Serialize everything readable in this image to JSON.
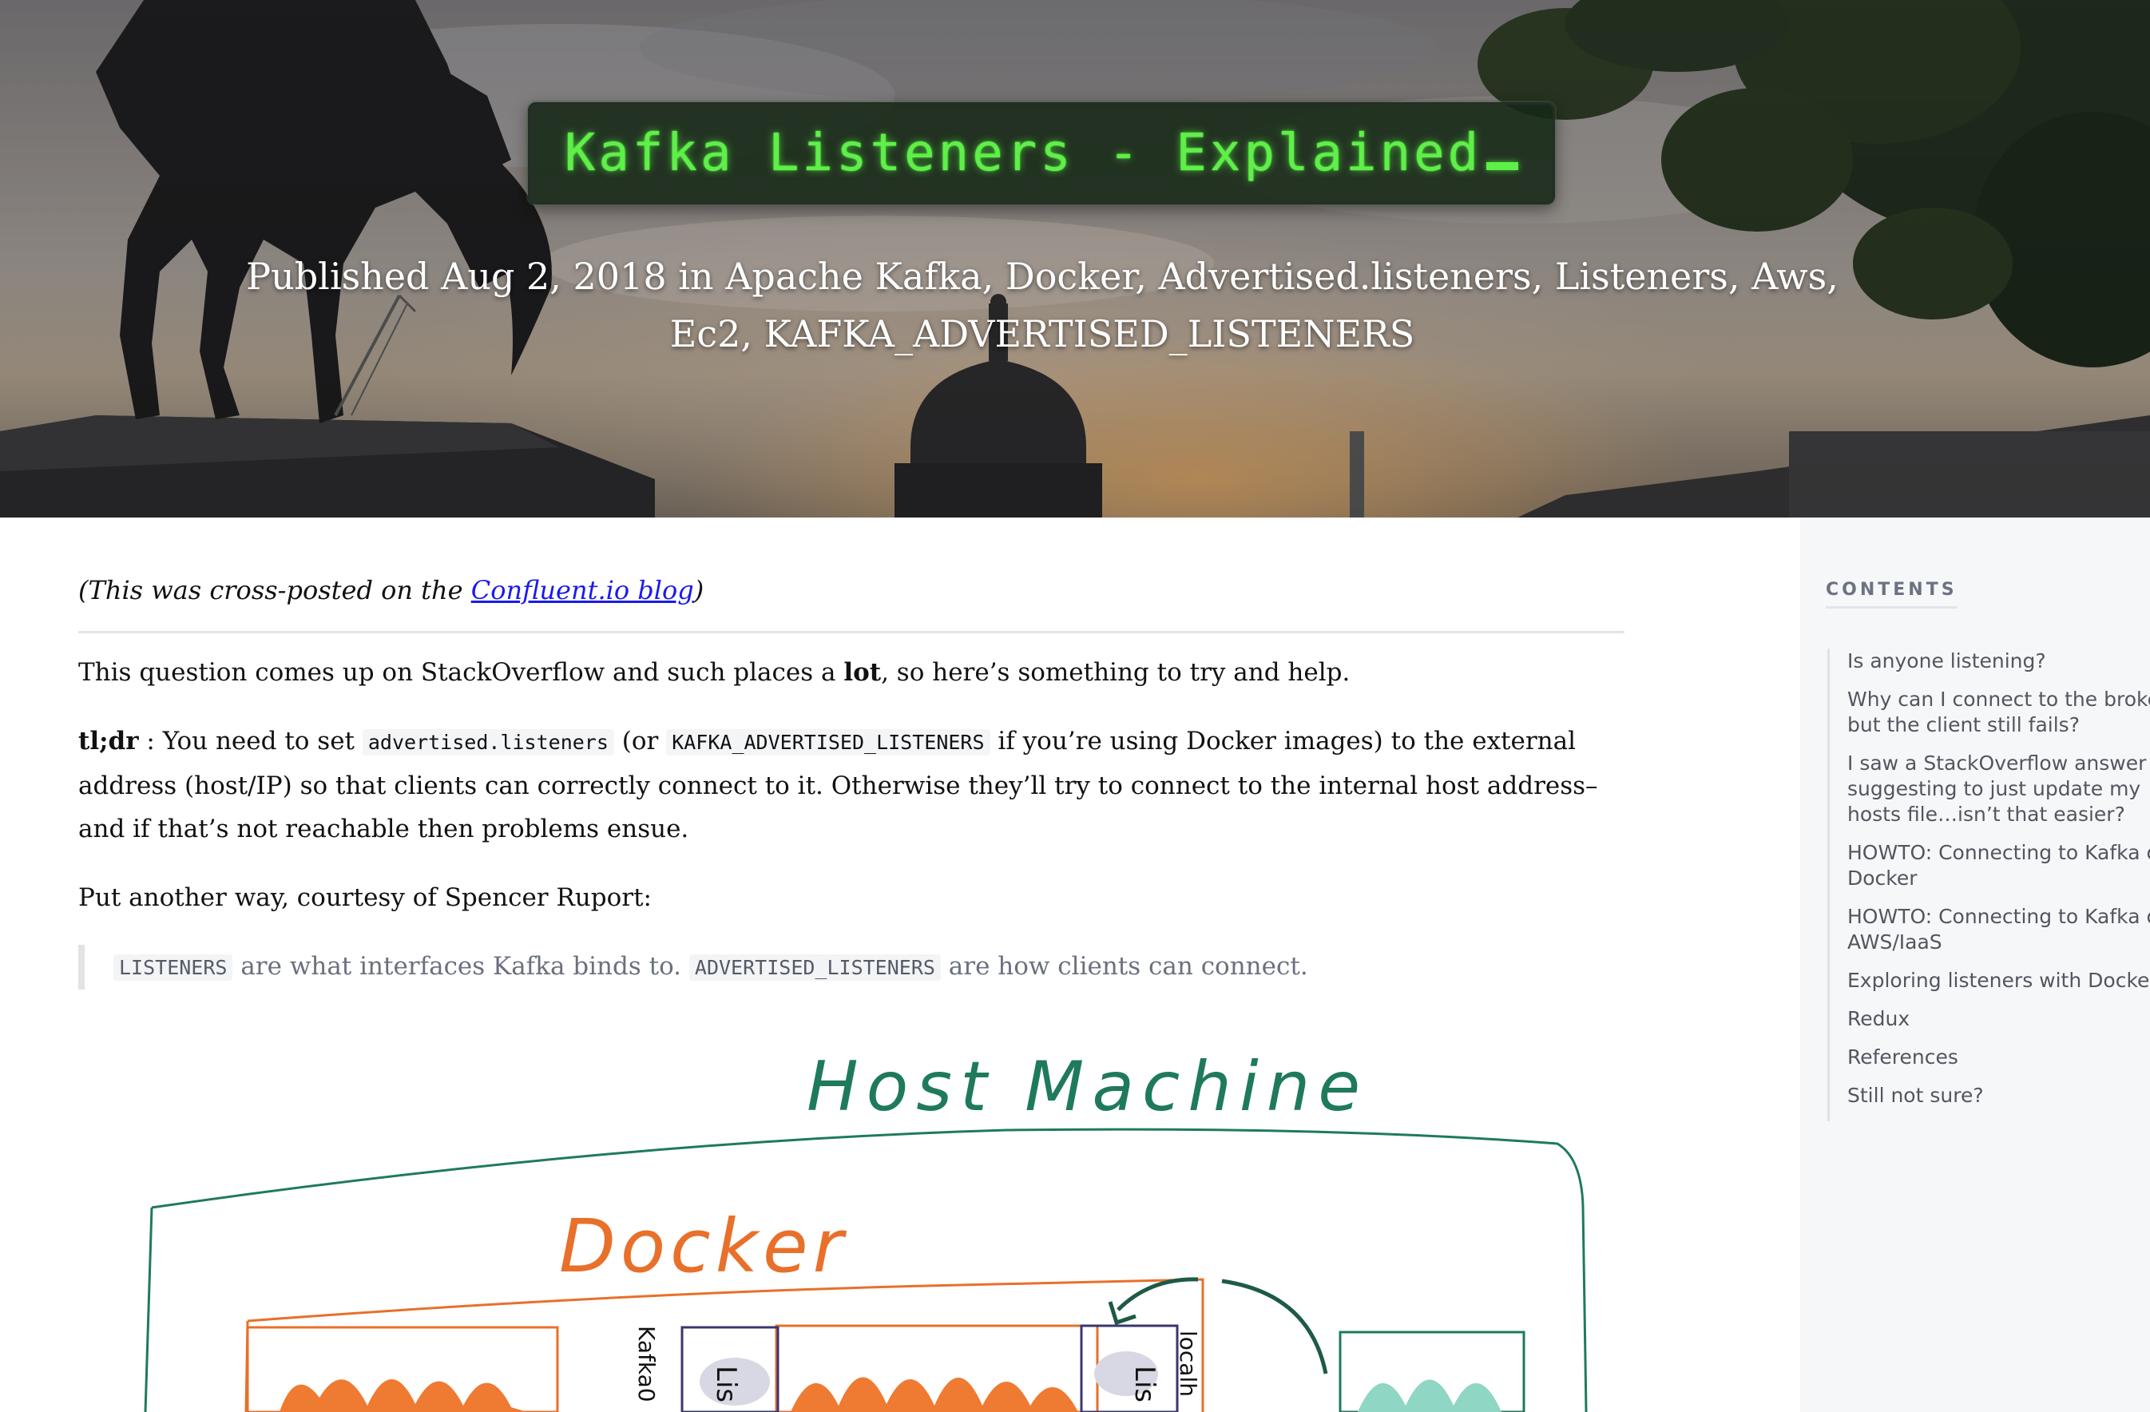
{
  "hero": {
    "title": "Kafka Listeners - Explained",
    "published": "Published Aug 2, 2018 in Apache Kafka, Docker, Advertised.listeners, Listeners, Aws, Ec2, KAFKA_ADVERTISED_LISTENERS"
  },
  "article": {
    "crosspost_prefix": "(This was cross-posted on the ",
    "crosspost_link": "Confluent.io blog",
    "crosspost_suffix": ")",
    "p1_before": "This question comes up on StackOverflow and such places a ",
    "p1_bold": "lot",
    "p1_after": ", so here’s something to try and help.",
    "p2_label": "tl;dr",
    "p2_a": " : You need to set ",
    "p2_code1": "advertised.listeners",
    "p2_b": " (or ",
    "p2_code2": "KAFKA_ADVERTISED_LISTENERS",
    "p2_c": " if you’re using Docker images) to the external address (host/IP) so that clients can correctly connect to it. Otherwise they’ll try to connect to the internal host address–and if that’s not reachable then problems ensue.",
    "p3": "Put another way, courtesy of Spencer Ruport:",
    "quote_code1": "LISTENERS",
    "quote_a": " are what interfaces Kafka binds to. ",
    "quote_code2": "ADVERTISED_LISTENERS",
    "quote_b": " are how clients can connect."
  },
  "diagram": {
    "host_label": "Host Machine",
    "docker_label": "Docker",
    "kafka_label": "Kafka0",
    "listener_label": "Lis",
    "localhost_label": "localh",
    "host_color": "#1f7a5c",
    "docker_color": "#e8702a",
    "client_color": "#8fd6c4",
    "arrow_color": "#1e5a44"
  },
  "sidebar": {
    "heading": "CONTENTS",
    "items": [
      "Is anyone listening?",
      "Why can I connect to the broker, but the client still fails?",
      "I saw a StackOverflow answer suggesting to just update my hosts file…isn’t that easier?",
      "HOWTO: Connecting to Kafka on Docker",
      "HOWTO: Connecting to Kafka on AWS/IaaS",
      "Exploring listeners with Docker",
      "Redux",
      "References",
      "Still not sure?"
    ]
  }
}
